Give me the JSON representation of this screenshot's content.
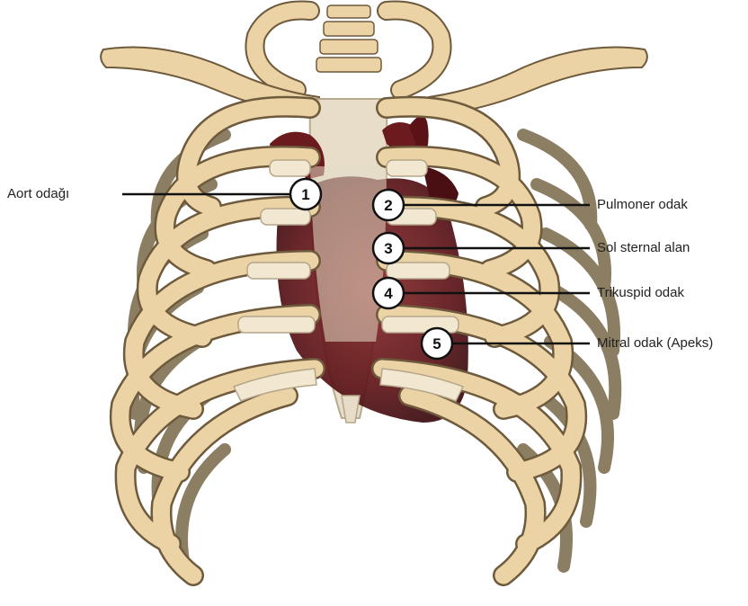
{
  "points": [
    {
      "num": "1",
      "label": "Aort odağı"
    },
    {
      "num": "2",
      "label": "Pulmoner odak"
    },
    {
      "num": "3",
      "label": "Sol sternal alan"
    },
    {
      "num": "4",
      "label": "Trikuspid odak"
    },
    {
      "num": "5",
      "label": "Mitral odak (Apeks)"
    }
  ],
  "colors": {
    "bone": "#ecd3a5",
    "bone_stroke": "#6e5a3c",
    "rib_back": "#8c7e63",
    "cartilage": "#f2e8d2",
    "sternum": "#e6dcc7",
    "heart": "#6b1a1e",
    "heart_dark": "#3e0d12"
  }
}
